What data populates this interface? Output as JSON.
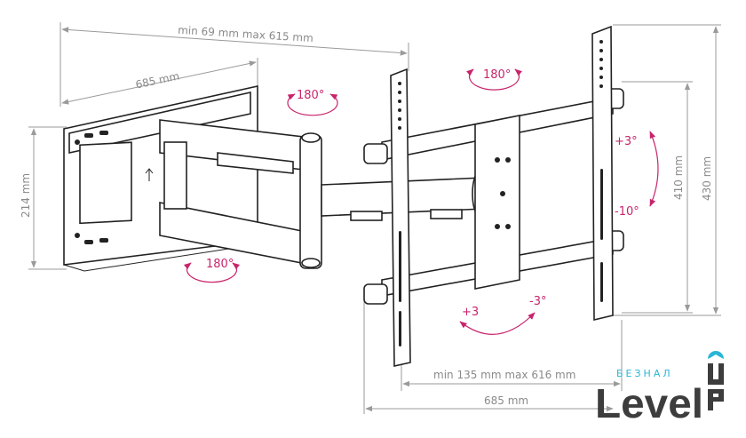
{
  "dimensions": {
    "depth_range": "min 69 mm max 615 mm",
    "wall_plate_width": "685 mm",
    "wall_plate_height": "214 mm",
    "vesa_height_inner": "410 mm",
    "vesa_height_outer": "430 mm",
    "vesa_width_range": "min 135 mm max 616 mm",
    "bracket_width": "685 mm"
  },
  "rotations": {
    "swivel_top": "180°",
    "swivel_bottom": "180°",
    "swivel_right": "180°",
    "tilt_up": "+3°",
    "tilt_down": "-10°",
    "level_plus": "+3",
    "level_minus": "-3°"
  },
  "logo": {
    "subtitle": "БЕЗНАЛ",
    "word": "Level",
    "suffix": "UP",
    "colors": {
      "text": "#3d3d3d",
      "accent": "#29b6d6"
    }
  },
  "colors": {
    "dimension": "#9a9a9a",
    "rotation": "#c8246c",
    "drawing": "#222222"
  }
}
